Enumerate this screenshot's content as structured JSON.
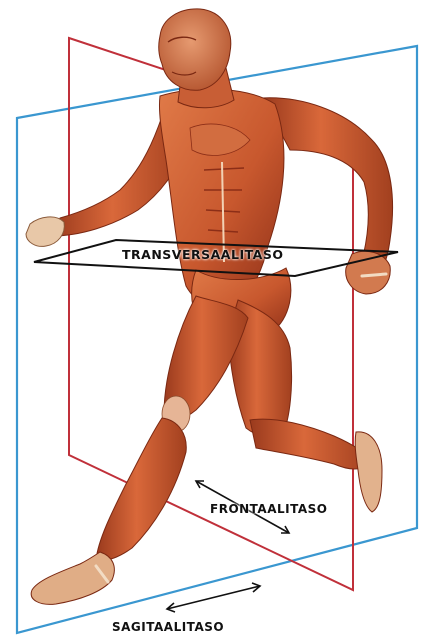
{
  "labels": {
    "transverse": "TRANSVERSAALITASO",
    "frontal": "FRONTAALITASO",
    "sagittal": "SAGITAALITASO"
  },
  "colors": {
    "sagittal_plane": "#3a97d0",
    "frontal_plane": "#c0303a",
    "transverse_plane": "#111111",
    "muscle": "#c8582e",
    "muscle_dark": "#8c2e17",
    "tendon": "#efd8bd",
    "skin": "#d9926a"
  },
  "icons": [
    "arrow-icon",
    "arrow-icon"
  ]
}
